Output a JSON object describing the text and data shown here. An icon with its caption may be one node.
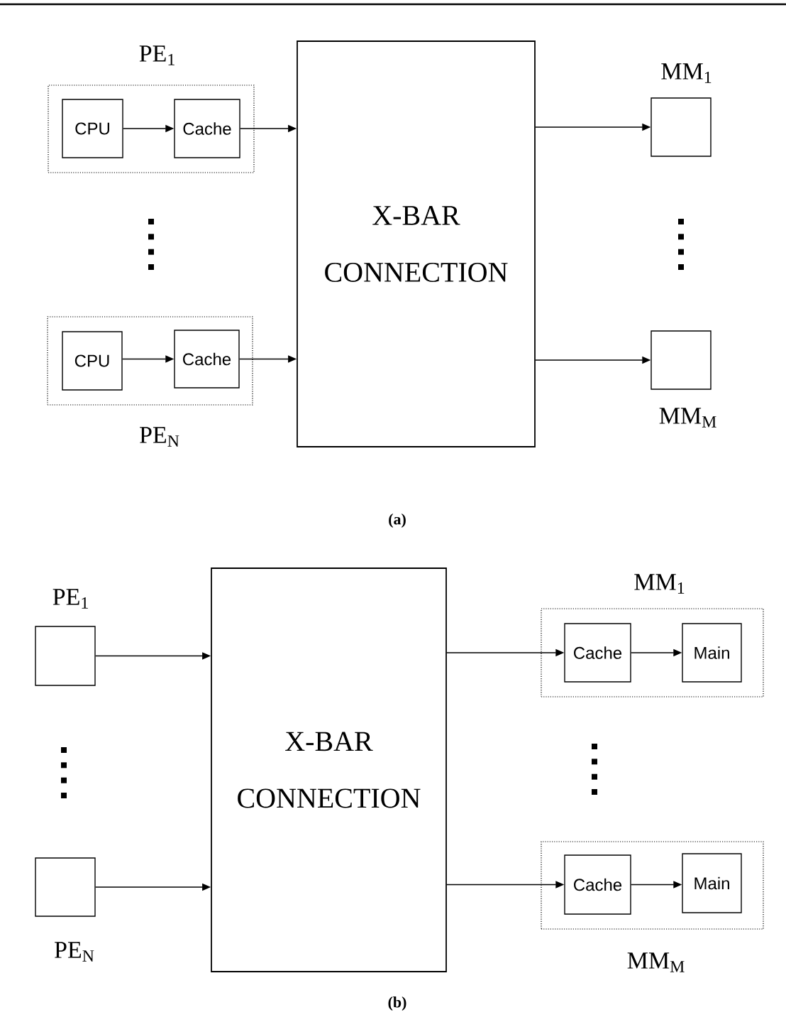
{
  "diagram": {
    "nodes": [
      {
        "text": [
          "PE$_{1}$"
        ]
      },
      {
        "text": [
          "CPU"
        ],
        "in": 0
      },
      {
        "text": [
          "Cache"
        ],
        "in": 0
      },
      {
        "text": [
          "PE$_{N}$"
        ]
      },
      {
        "text": [
          "CPU"
        ],
        "in": 3
      },
      {
        "text": [
          "Cache"
        ],
        "in": 3
      },
      {
        "text": [
          "X-BAR CONNECTION"
        ]
      },
      {
        "text": [
          "MM$_{1}$"
        ]
      },
      {
        "text": [
          "MM$_{M}$"
        ]
      },
      {
        "text": [
          "PE$_{1}$"
        ]
      },
      {
        "text": [
          "PE$_{N}$"
        ]
      },
      {
        "text": [
          "X-BAR CONNECTION"
        ]
      },
      {
        "text": [
          "MM$_{1}$"
        ]
      },
      {
        "text": [
          "Cache"
        ],
        "in": 12
      },
      {
        "text": [
          "Main"
        ],
        "in": 12
      },
      {
        "text": [
          "MM$_{M}$"
        ]
      },
      {
        "text": [
          "Cache"
        ],
        "in": 15
      },
      {
        "text": [
          "Main"
        ],
        "in": 15
      }
    ],
    "edges": [
      {
        "from": 1,
        "to": 2,
        "arrow": "to"
      },
      {
        "from": 2,
        "to": 6,
        "arrow": "to"
      },
      {
        "from": 4,
        "to": 5,
        "arrow": "to"
      },
      {
        "from": 5,
        "to": 6,
        "arrow": "to"
      },
      {
        "from": 6,
        "to": 7,
        "arrow": "to"
      },
      {
        "from": 6,
        "to": 8,
        "arrow": "to"
      },
      {
        "from": 9,
        "to": 11,
        "arrow": "to"
      },
      {
        "from": 10,
        "to": 11,
        "arrow": "to"
      },
      {
        "from": 11,
        "to": 13,
        "arrow": "to"
      },
      {
        "from": 13,
        "to": 14,
        "arrow": "to"
      },
      {
        "from": 11,
        "to": 16,
        "arrow": "to"
      },
      {
        "from": 16,
        "to": 17,
        "arrow": "to"
      }
    ],
    "labels": [
      "(a)",
      "(b)"
    ]
  }
}
